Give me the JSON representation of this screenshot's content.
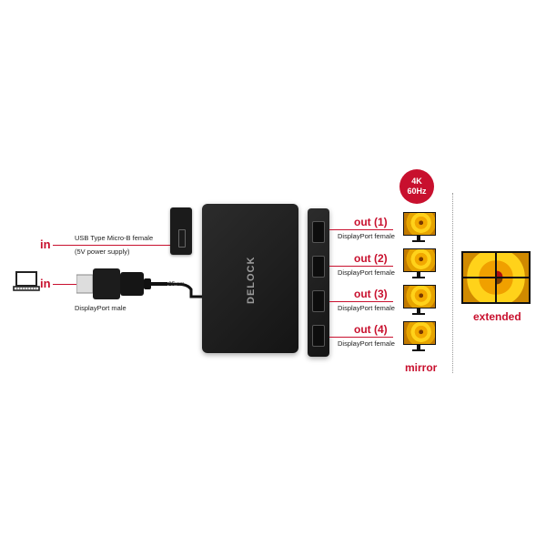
{
  "inputs": {
    "usb": {
      "label": "in",
      "desc_line1": "USB Type Micro-B female",
      "desc_line2": "(5V power supply)"
    },
    "dp": {
      "label": "in",
      "desc": "DisplayPort male"
    }
  },
  "cable_length": "25 cm",
  "device": {
    "brand": "DELOCK"
  },
  "badge": {
    "line1": "4K",
    "line2": "60Hz"
  },
  "outputs": [
    {
      "label": "out (1)",
      "desc": "DisplayPort female"
    },
    {
      "label": "out (2)",
      "desc": "DisplayPort female"
    },
    {
      "label": "out (3)",
      "desc": "DisplayPort female"
    },
    {
      "label": "out (4)",
      "desc": "DisplayPort female"
    }
  ],
  "modes": {
    "mirror": "mirror",
    "extended": "extended"
  },
  "colors": {
    "accent": "#c8102e",
    "device": "#1c1c1c"
  }
}
